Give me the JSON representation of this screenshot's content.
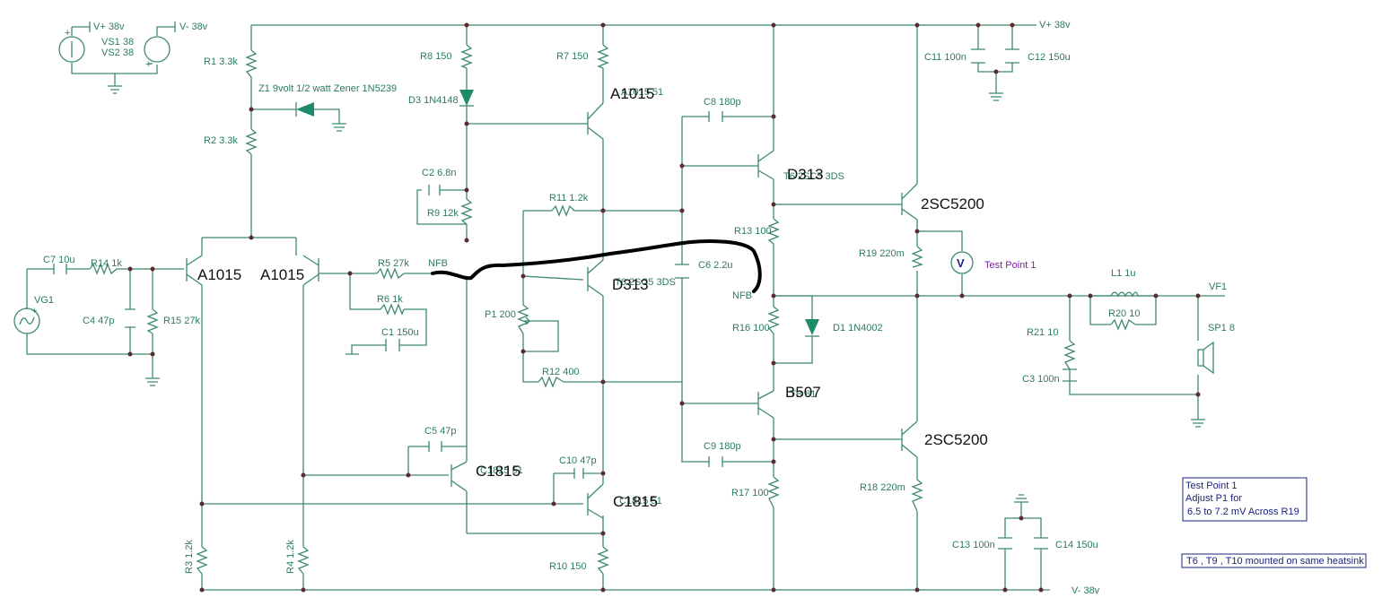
{
  "supplies": {
    "vpos_label": "V+ 38v",
    "vneg_label": "V- 38v",
    "vs1": "VS1 38",
    "vs2": "VS2 38",
    "rail_pos": "V+ 38v",
    "rail_neg": "V- 38v"
  },
  "components": {
    "r1": "R1 3.3k",
    "r2": "R2 3.3k",
    "z1": "Z1 9volt 1/2 watt Zener 1N5239",
    "r8": "R8 150",
    "d3": "D3 1N4148",
    "r7": "R7 150",
    "t_a1015_top": "A1015",
    "c8": "C8 180p",
    "c11": "C11 100n",
    "c12": "C12 150u",
    "c2": "C2 6.8n",
    "r9": "R9 12k",
    "r11": "R11 1.2k",
    "d313_top": "D313",
    "r13": "R13 100",
    "r19": "R19 220m",
    "sc5200_top": "2SC5200",
    "c7": "C7 10u",
    "r14": "R14 1k",
    "vg1": "VG1",
    "c4": "C4 47p",
    "r15": "R15 27k",
    "a1015_l": "A1015",
    "a1015_r": "A1015",
    "r5": "R5 27k",
    "nfb1": "NFB",
    "r6": "R6 1k",
    "c1": "C1 150u",
    "c6": "C6 2.2u",
    "d313_mid": "D313",
    "nfb2": "NFB",
    "p1": "P1 200",
    "r16": "R16 100",
    "d1": "D1 1N4002",
    "l1": "L1 1u",
    "r20": "R20 10",
    "vf1": "VF1",
    "r21": "R21 10",
    "sp1": "SP1 8",
    "c3": "C3 100n",
    "r12": "R12 400",
    "b507": "B507",
    "c5": "C5 47p",
    "c10": "C10 47p",
    "c1815_a": "C1815",
    "c1815_b": "C1815",
    "c9": "C9 180p",
    "r17": "R17 100",
    "sc5200_bot": "2SC5200",
    "r18": "R18 220m",
    "r3": "R3 1.2k",
    "r4": "R4 1.2k",
    "r10": "R10 150",
    "c13": "C13 100n",
    "c14": "C14 150u",
    "ghost_t1": "T6 2SC5 3DS",
    "ghost_t2": "T6 2SC5 3DS",
    "ghost_a": "A1015 51",
    "ghost_b": "TB 81",
    "ghost_c": "C1815 51",
    "ghost_d": "C1815 51"
  },
  "meter": {
    "symbol": "V",
    "label": "Test Point 1"
  },
  "note_box": {
    "line1": "Test Point 1",
    "line2": "Adjust P1 for",
    "line3": "6.5 to 7.2 mV Across R19"
  },
  "heatsink_note": "T6 , T9 , T10 mounted on same heatsink"
}
